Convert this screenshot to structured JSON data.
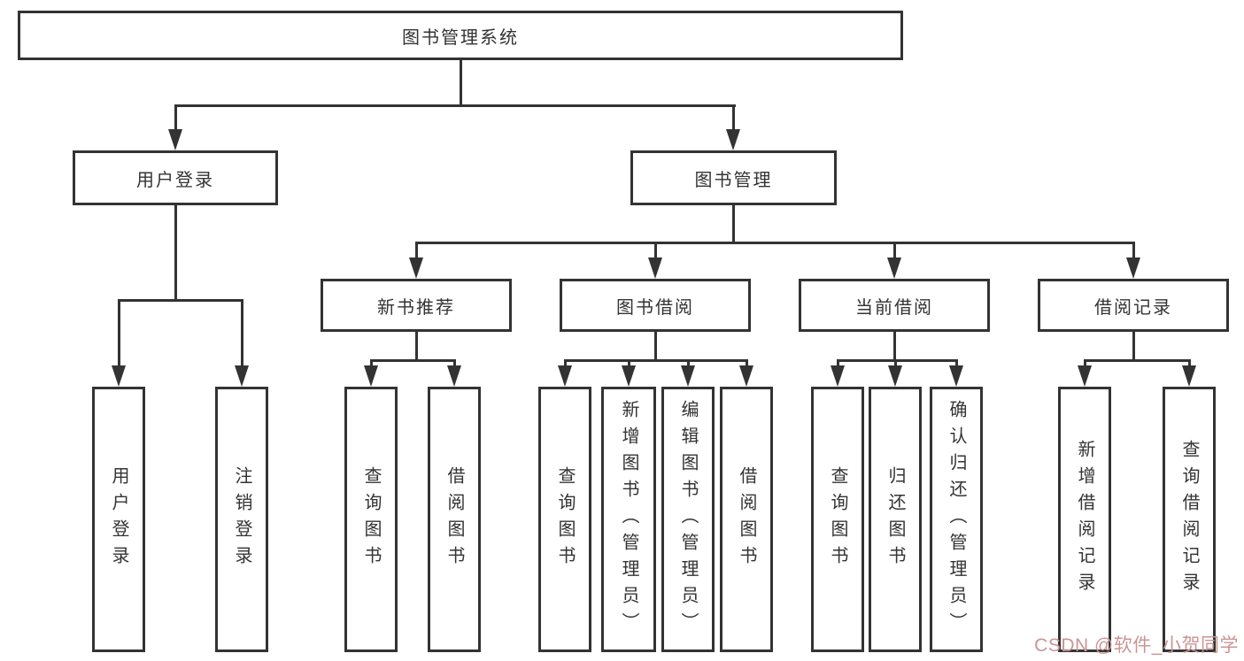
{
  "tree": {
    "label": "图书管理系统",
    "children": [
      {
        "label": "用户登录",
        "children": [
          {
            "label": "用户登录"
          },
          {
            "label": "注销登录"
          }
        ]
      },
      {
        "label": "图书管理",
        "children": [
          {
            "label": "新书推荐",
            "children": [
              {
                "label": "查询图书"
              },
              {
                "label": "借阅图书"
              }
            ]
          },
          {
            "label": "图书借阅",
            "children": [
              {
                "label": "查询图书"
              },
              {
                "label": "新增图书（管理员）"
              },
              {
                "label": "编辑图书（管理员）"
              },
              {
                "label": "借阅图书"
              }
            ]
          },
          {
            "label": "当前借阅",
            "children": [
              {
                "label": "查询图书"
              },
              {
                "label": "归还图书"
              },
              {
                "label": "确认归还（管理员）"
              }
            ]
          },
          {
            "label": "借阅记录",
            "children": [
              {
                "label": "新增借阅记录"
              },
              {
                "label": "查询借阅记录"
              }
            ]
          }
        ]
      }
    ]
  },
  "watermark": {
    "text": "CSDN @软件_小贺同学",
    "color": "#cc9494"
  },
  "colors": {
    "line": "#333333",
    "text": "#333333",
    "background": "#ffffff"
  }
}
